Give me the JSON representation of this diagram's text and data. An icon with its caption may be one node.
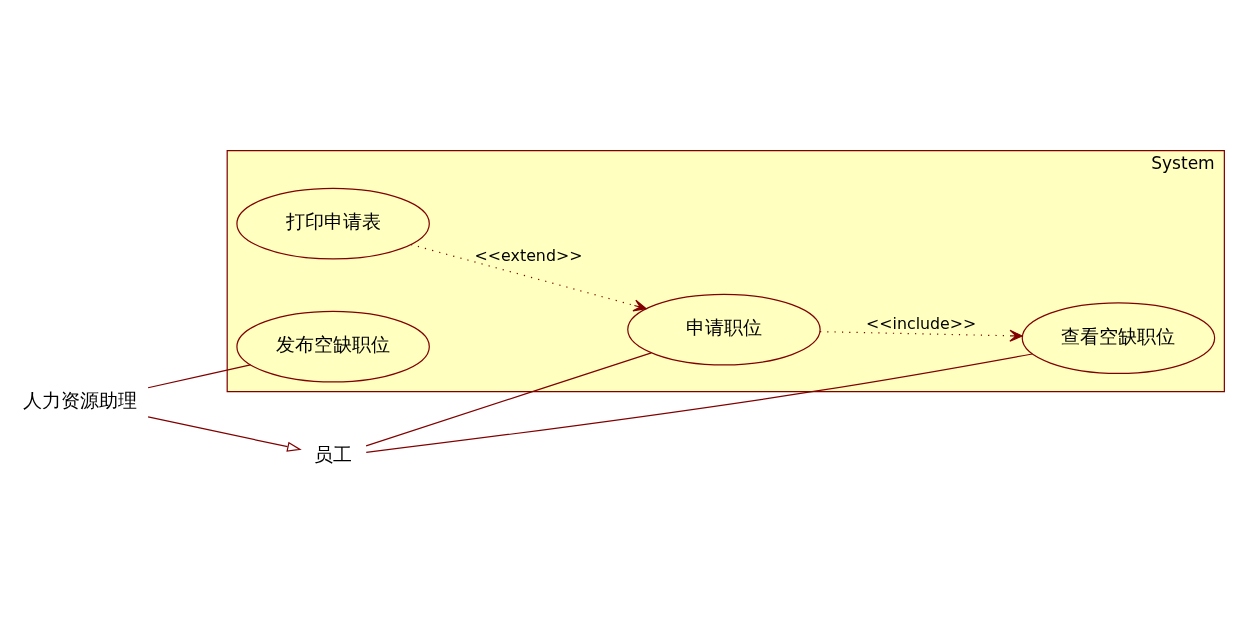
{
  "diagram": {
    "nodes": [
      {
        "text": [
          "System"
        ]
      },
      {
        "text": [
          "申请职位"
        ],
        "in": 0
      },
      {
        "text": [
          "打印申请表"
        ],
        "in": 0
      },
      {
        "text": [
          "查看空缺职位"
        ],
        "in": 0
      },
      {
        "text": [
          "发布空缺职位"
        ],
        "in": 0
      },
      {
        "text": [
          "员工"
        ]
      },
      {
        "text": [
          "人力资源助理"
        ]
      }
    ],
    "edges": [
      {
        "from": 5,
        "to": 1,
        "arrow": "none"
      },
      {
        "from": 5,
        "to": 3,
        "arrow": "none"
      },
      {
        "from": 2,
        "to": 1,
        "arrow": "to",
        "label": "<<extend>>",
        "style": "dashed"
      },
      {
        "from": 1,
        "to": 3,
        "arrow": "to",
        "label": "<<include>>",
        "style": "dashed"
      },
      {
        "from": 6,
        "to": 5,
        "arrow": "to"
      },
      {
        "from": 6,
        "to": 4,
        "arrow": "none"
      }
    ]
  }
}
